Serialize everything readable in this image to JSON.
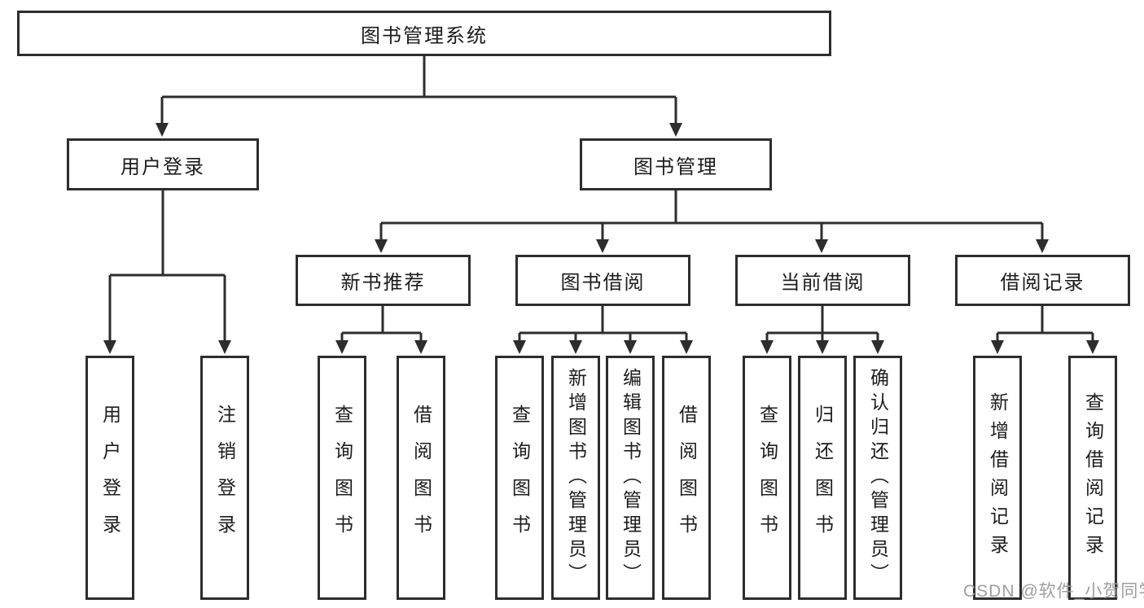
{
  "diagram_type": "function-structure-tree",
  "colors": {
    "line": "#2d2d2d",
    "box_border": "#2d2d2d",
    "text": "#1c1c1c",
    "watermark": "#9f9f9f",
    "background": "#ffffff"
  },
  "watermark": {
    "text": "CSDN @软件_小贺同学"
  },
  "tree": {
    "root": {
      "label": "图书管理系统"
    },
    "children": [
      {
        "label": "用户登录",
        "children": [
          {
            "label": "用户登录"
          },
          {
            "label": "注销登录"
          }
        ]
      },
      {
        "label": "图书管理",
        "children": [
          {
            "label": "新书推荐",
            "children": [
              {
                "label": "查询图书"
              },
              {
                "label": "借阅图书"
              }
            ]
          },
          {
            "label": "图书借阅",
            "children": [
              {
                "label": "查询图书"
              },
              {
                "label": "新增图书（管理员）"
              },
              {
                "label": "编辑图书（管理员）"
              },
              {
                "label": "借阅图书"
              }
            ]
          },
          {
            "label": "当前借阅",
            "children": [
              {
                "label": "查询图书"
              },
              {
                "label": "归还图书"
              },
              {
                "label": "确认归还（管理员）"
              }
            ]
          },
          {
            "label": "借阅记录",
            "children": [
              {
                "label": "新增借阅记录"
              },
              {
                "label": "查询借阅记录"
              }
            ]
          }
        ]
      }
    ]
  }
}
